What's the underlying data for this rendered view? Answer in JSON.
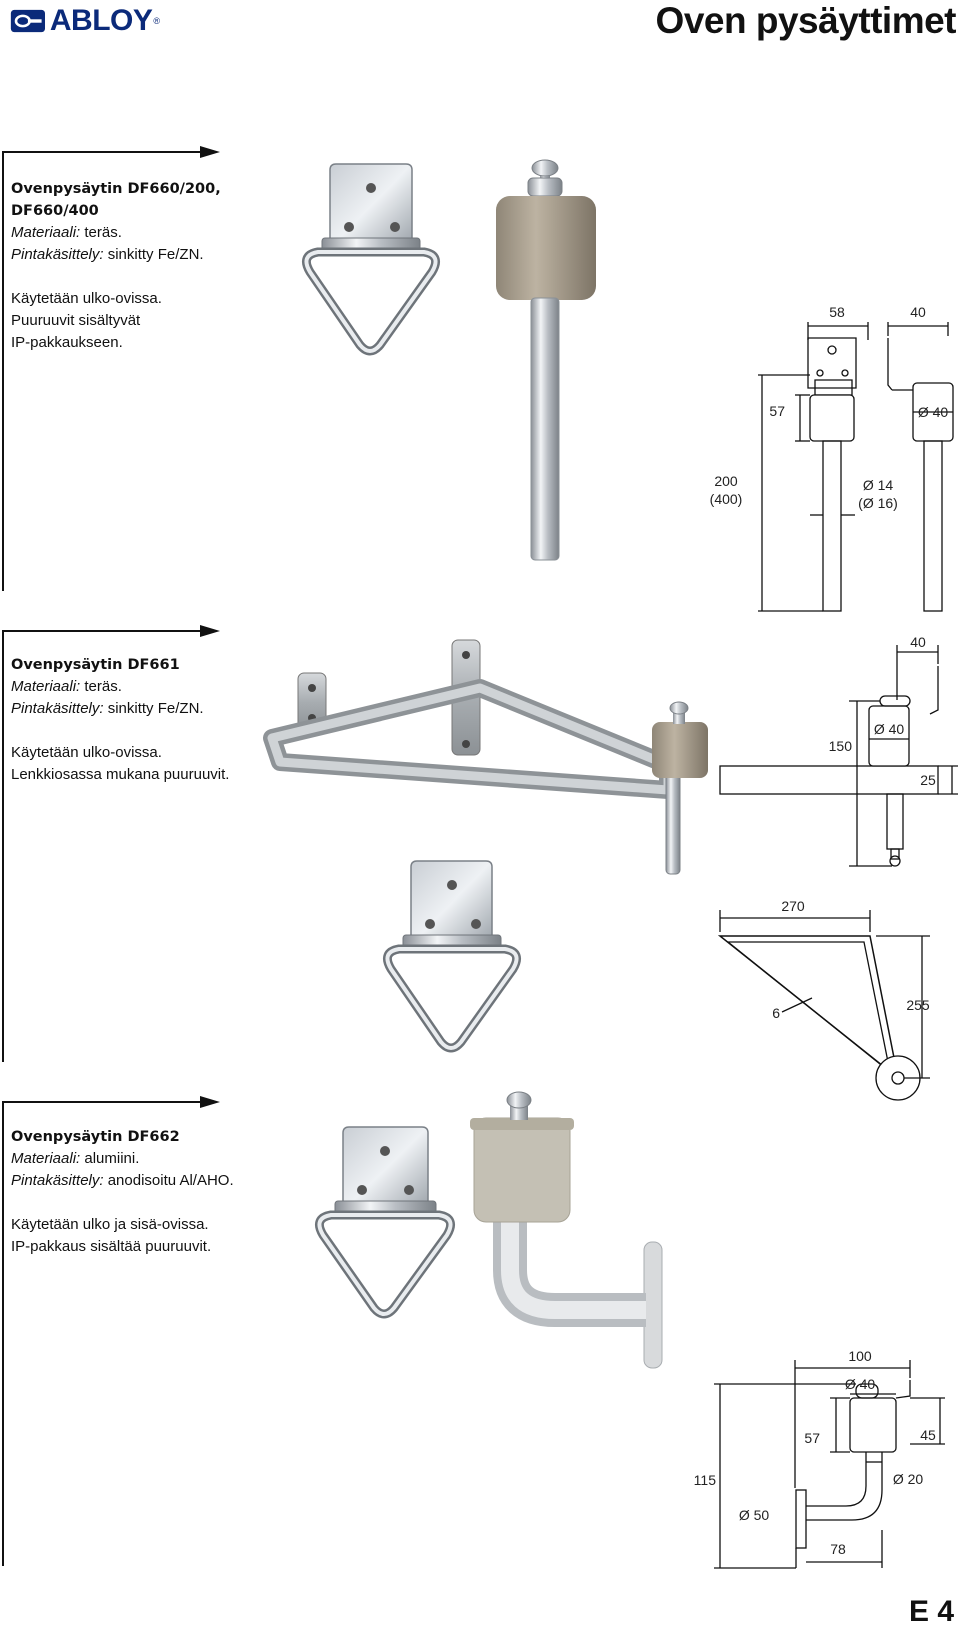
{
  "header": {
    "brand": "ABLOY",
    "brand_mark": "®",
    "title": "Oven pysäyttimet"
  },
  "products": [
    {
      "name": "Ovenpysäytin DF660/200, DF660/400",
      "material_label": "Materiaali:",
      "material_value": "teräs.",
      "finish_label": "Pintakäsittely:",
      "finish_value": "sinkitty Fe/ZN.",
      "desc": [
        "Käytetään ulko-ovissa.",
        "Puuruuvit sisältyvät",
        "IP-pakkaukseen."
      ],
      "dims": {
        "d58": "58",
        "d40": "40",
        "d57": "57",
        "dia40": "Ø 40",
        "len1": "200",
        "len2": "(400)",
        "dia14": "Ø 14",
        "dia16": "(Ø 16)"
      }
    },
    {
      "name": "Ovenpysäytin DF661",
      "material_label": "Materiaali:",
      "material_value": "teräs.",
      "finish_label": "Pintakäsittely:",
      "finish_value": "sinkitty Fe/ZN.",
      "desc": [
        "Käytetään ulko-ovissa.",
        "Lenkkiosassa mukana puuruuvit."
      ],
      "dims": {
        "d40": "40",
        "dia40": "Ø 40",
        "d150": "150",
        "d25": "25",
        "d270": "270",
        "d6": "6",
        "d255": "255"
      }
    },
    {
      "name": "Ovenpysäytin DF662",
      "material_label": "Materiaali:",
      "material_value": "alumiini.",
      "finish_label": "Pintakäsittely:",
      "finish_value": "anodisoitu Al/AHO.",
      "desc": [
        "Käytetään ulko ja sisä-ovissa.",
        "IP-pakkaus sisältää puuruuvit."
      ],
      "dims": {
        "d100": "100",
        "dia40": "Ø 40",
        "d57": "57",
        "d45": "45",
        "d115": "115",
        "dia20": "Ø 20",
        "dia50": "Ø 50",
        "d78": "78"
      }
    }
  ],
  "footer": {
    "page": "E 4"
  }
}
